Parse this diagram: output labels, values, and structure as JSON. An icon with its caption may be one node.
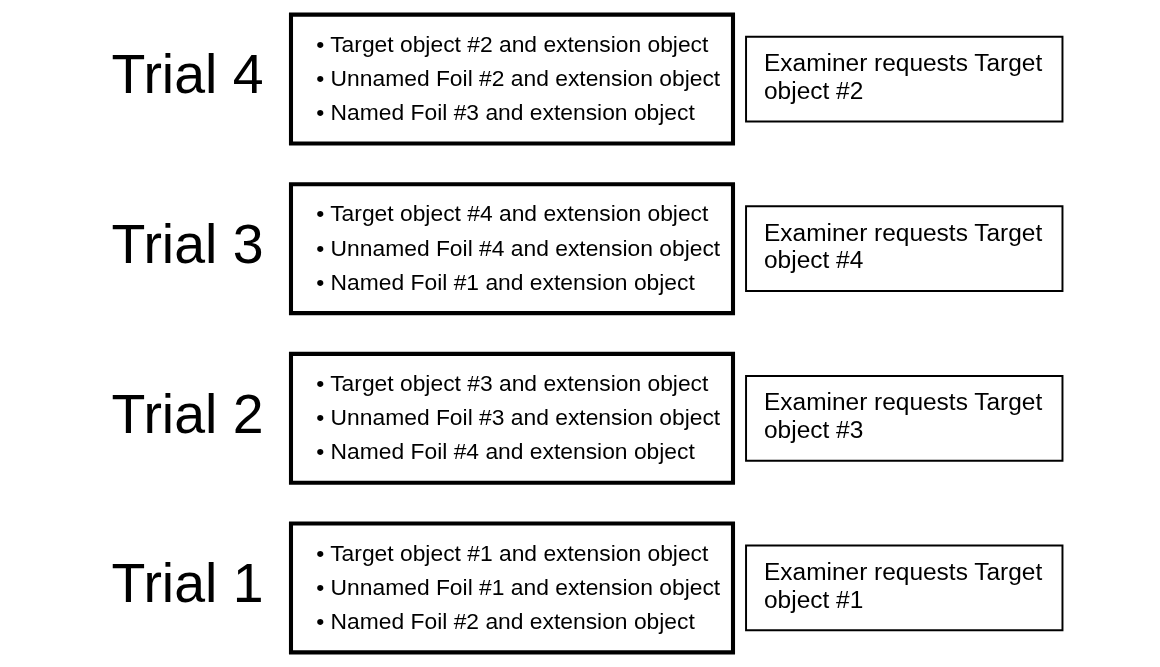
{
  "diagram": {
    "nodes": [
      {
        "text": [
          "• Target object #1 and extension object",
          "• Unnamed Foil #1 and extension object",
          "• Named Foil #2 and extension object"
        ],
        "beside": [
          "Trial 1"
        ]
      },
      {
        "text": [
          "Examiner requests Target object #1"
        ]
      },
      {
        "text": [
          "• Target object #3 and extension object",
          "• Unnamed Foil #3 and extension object",
          "• Named Foil #4 and extension object"
        ],
        "beside": [
          "Trial 2"
        ]
      },
      {
        "text": [
          "Examiner requests Target object #3"
        ]
      },
      {
        "text": [
          "• Target object #4 and extension object",
          "• Unnamed Foil #4 and extension object",
          "• Named Foil #1 and extension object"
        ],
        "beside": [
          "Trial 3"
        ]
      },
      {
        "text": [
          "Examiner requests Target object #4"
        ]
      },
      {
        "text": [
          "• Target object #2 and extension object",
          "• Unnamed Foil #2 and extension object",
          "• Named Foil #3 and extension object"
        ],
        "beside": [
          "Trial 4"
        ]
      },
      {
        "text": [
          "Examiner requests Target object #2"
        ]
      }
    ]
  }
}
